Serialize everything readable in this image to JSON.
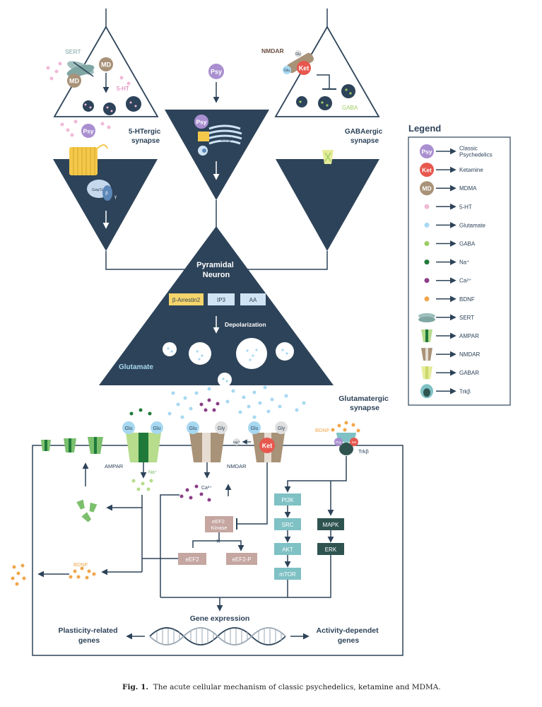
{
  "colors": {
    "navy": "#2d4359",
    "psy": "#a98fd0",
    "ket": "#e7574e",
    "md": "#a89278",
    "serotonin": "#f0b9d6",
    "glutamate": "#a7d8f1",
    "gaba": "#9ccd63",
    "na": "#1f7a3a",
    "ca": "#8a3f86",
    "bdnf": "#f0a64b",
    "teal_box": "#7fc1c4",
    "dark_teal_box": "#2f5450",
    "enzyme_box": "#c5a6a0",
    "yellow_box": "#f6d56a",
    "light_blue_box": "#cfe3f4"
  },
  "top": {
    "left_label": "5-HTergic\nsynapse",
    "right_label": "GABAergic\nsynapse",
    "left_tri": {
      "sert": "SERT",
      "md": "MD",
      "ht": "5-HT"
    },
    "center_tri": {
      "psy": "Psy",
      "golgi": "Golgi"
    },
    "right_tri": {
      "nmdar": "NMDAR",
      "gly": "Gly",
      "glu": "Glu",
      "ket": "Ket",
      "gaba": "GABA"
    },
    "left_inv": {
      "psy": "Psy",
      "g_alpha": "Gαq/11",
      "g_beta": "β",
      "g_gamma": "γ"
    }
  },
  "neuron": {
    "title": "Pyramidal\nNeuron",
    "boxes": [
      "β-Arrestin2",
      "IP3",
      "AA"
    ],
    "depolarization": "Depolarization",
    "glutamate": "Glutamate"
  },
  "synapse": {
    "label": "Glutamatergic\nsynapse",
    "ampar": "AMPAR",
    "nmdar": "NMDAR",
    "glu": "Glu",
    "gly": "Gly",
    "mg": "Mg²⁺",
    "ket": "Ket",
    "na": "Na⁺",
    "ca": "Ca²⁺",
    "bdnf": "BDNF",
    "psy": "Psy",
    "trk": "Trkβ"
  },
  "pathway": {
    "eef2k": "eEF2\nKinase",
    "eef2": "eEF2",
    "eef2p": "eEF2-P",
    "pi3k": "PI3K",
    "src": "SRC",
    "akt": "AKT",
    "mtor": "mTOR",
    "mapk": "MAPK",
    "erk": "ERK",
    "bdnf": "BDNF",
    "gene_expression": "Gene expression",
    "plasticity": "Plasticity-related\ngenes",
    "activity": "Activity-dependet\ngenes"
  },
  "legend": {
    "title": "Legend",
    "items": [
      {
        "icon": "psy-circle",
        "badge": "Psy",
        "label": "Classic\nPsychedelics"
      },
      {
        "icon": "ket-circle",
        "badge": "Ket",
        "label": "Ketamine"
      },
      {
        "icon": "md-circle",
        "badge": "MD",
        "label": "MDMA"
      },
      {
        "icon": "serotonin-dot",
        "label": "5-HT"
      },
      {
        "icon": "glutamate-dot",
        "label": "Glutamate"
      },
      {
        "icon": "gaba-dot",
        "label": "GABA"
      },
      {
        "icon": "na-dot",
        "label": "Na⁺"
      },
      {
        "icon": "ca-dot",
        "label": "Ca²⁺"
      },
      {
        "icon": "bdnf-dot",
        "label": "BDNF"
      },
      {
        "icon": "sert-icon",
        "label": "SERT"
      },
      {
        "icon": "ampar-icon",
        "label": "AMPAR"
      },
      {
        "icon": "nmdar-icon",
        "label": "NMDAR"
      },
      {
        "icon": "gabar-icon",
        "label": "GABAR"
      },
      {
        "icon": "trkb-icon",
        "label": "Trkβ"
      }
    ]
  },
  "caption": {
    "label": "Fig. 1.",
    "text": "The acute cellular mechanism of classic psychedelics, ketamine and MDMA."
  }
}
